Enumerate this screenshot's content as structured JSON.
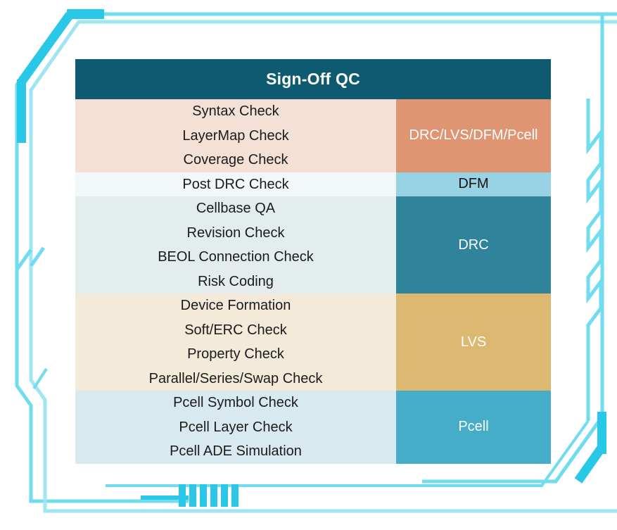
{
  "table": {
    "title": "Sign-Off QC",
    "header_bg": "#0e5a71",
    "groups": [
      {
        "id": "grp-a",
        "tag": "DRC/LVS/DFM/Pcell",
        "tag_bg": "#df9572",
        "tag_color": "#ffffff",
        "row_bg": "#f5e0d6",
        "items": [
          "Syntax Check",
          "LayerMap Check",
          "Coverage Check"
        ]
      },
      {
        "id": "grp-b",
        "tag": "DFM",
        "tag_bg": "#97d3e5",
        "tag_color": "#111111",
        "row_bg": "#f2f7fa",
        "items": [
          "Post DRC Check"
        ]
      },
      {
        "id": "grp-c",
        "tag": "DRC",
        "tag_bg": "#2f839b",
        "tag_color": "#ffffff",
        "row_bg": "#e4edee",
        "items": [
          "Cellbase QA",
          "Revision Check",
          "BEOL Connection Check",
          "Risk Coding"
        ]
      },
      {
        "id": "grp-d",
        "tag": "LVS",
        "tag_bg": "#ddb871",
        "tag_color": "#ffffff",
        "row_bg": "#f3ead9",
        "items": [
          "Device Formation",
          "Soft/ERC Check",
          "Property Check",
          "Parallel/Series/Swap Check"
        ]
      },
      {
        "id": "grp-e",
        "tag": "Pcell",
        "tag_bg": "#45adc7",
        "tag_color": "#ffffff",
        "row_bg": "#d8eaef",
        "items": [
          "Pcell Symbol Check",
          "Pcell Layer Check",
          "Pcell ADE Simulation"
        ]
      }
    ]
  },
  "decoration": {
    "accent_bright": "#28c8e6",
    "accent_mid": "#6fdcf0",
    "accent_pale": "#9fe5f2",
    "bottom_bars_count": 6
  }
}
